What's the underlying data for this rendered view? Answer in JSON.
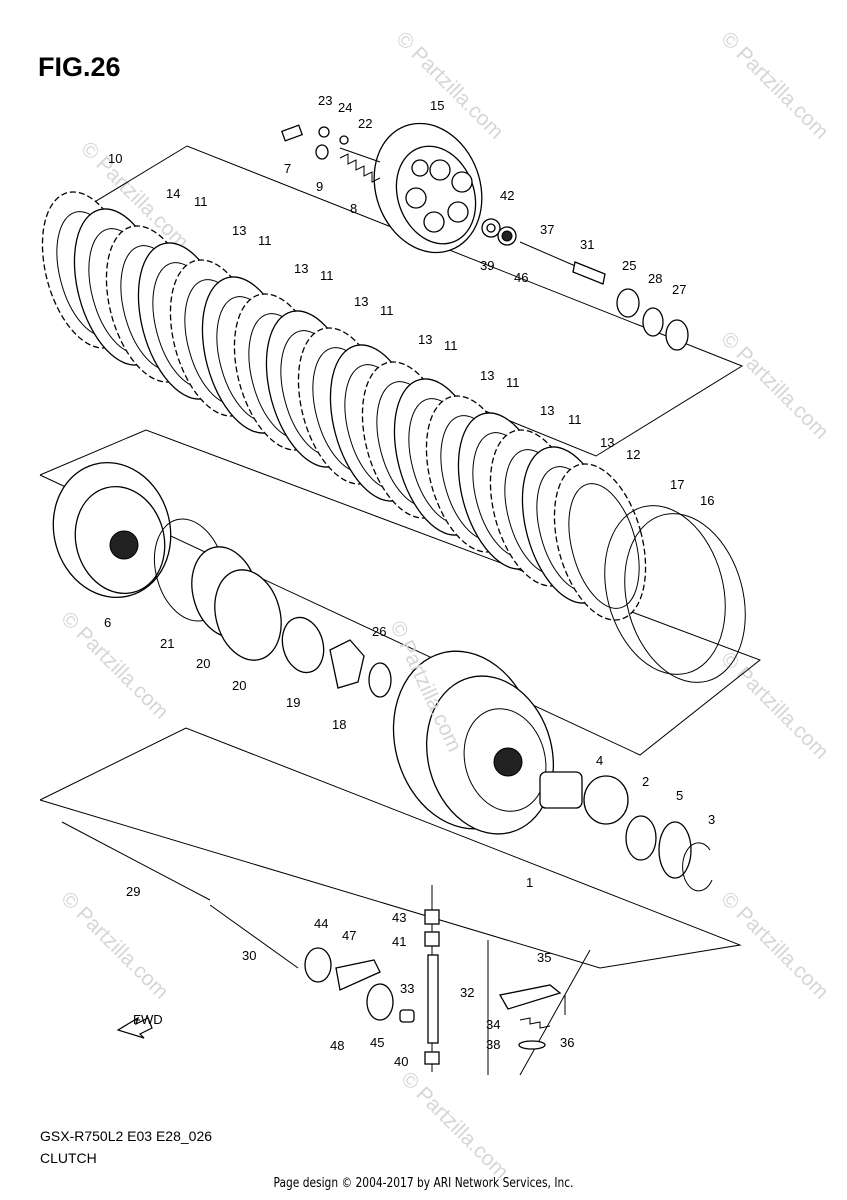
{
  "figure": {
    "title": "FIG.26",
    "model_code": "GSX-R750L2 E03 E28_026",
    "caption": "CLUTCH",
    "footer": "Page design © 2004-2017 by ARI Network Services, Inc."
  },
  "watermark": {
    "text": "© Partzilla.com",
    "center_text": "© Partzilla.com"
  },
  "fwd_label": "FWD",
  "callouts": [
    {
      "id": "c23",
      "text": "23"
    },
    {
      "id": "c24",
      "text": "24"
    },
    {
      "id": "c22",
      "text": "22"
    },
    {
      "id": "c15",
      "text": "15"
    },
    {
      "id": "c7",
      "text": "7"
    },
    {
      "id": "c9",
      "text": "9"
    },
    {
      "id": "c8",
      "text": "8"
    },
    {
      "id": "c10",
      "text": "10"
    },
    {
      "id": "c14",
      "text": "14"
    },
    {
      "id": "c11a",
      "text": "11"
    },
    {
      "id": "c13a",
      "text": "13"
    },
    {
      "id": "c11b",
      "text": "11"
    },
    {
      "id": "c13b",
      "text": "13"
    },
    {
      "id": "c11c",
      "text": "11"
    },
    {
      "id": "c13c",
      "text": "13"
    },
    {
      "id": "c11d",
      "text": "11"
    },
    {
      "id": "c13d",
      "text": "13"
    },
    {
      "id": "c11e",
      "text": "11"
    },
    {
      "id": "c13e",
      "text": "13"
    },
    {
      "id": "c11f",
      "text": "11"
    },
    {
      "id": "c13f",
      "text": "13"
    },
    {
      "id": "c11g",
      "text": "11"
    },
    {
      "id": "c13g",
      "text": "13"
    },
    {
      "id": "c12",
      "text": "12"
    },
    {
      "id": "c17",
      "text": "17"
    },
    {
      "id": "c16",
      "text": "16"
    },
    {
      "id": "c42",
      "text": "42"
    },
    {
      "id": "c37",
      "text": "37"
    },
    {
      "id": "c31",
      "text": "31"
    },
    {
      "id": "c39",
      "text": "39"
    },
    {
      "id": "c46",
      "text": "46"
    },
    {
      "id": "c25",
      "text": "25"
    },
    {
      "id": "c28",
      "text": "28"
    },
    {
      "id": "c27",
      "text": "27"
    },
    {
      "id": "c6",
      "text": "6"
    },
    {
      "id": "c21",
      "text": "21"
    },
    {
      "id": "c20a",
      "text": "20"
    },
    {
      "id": "c20b",
      "text": "20"
    },
    {
      "id": "c19",
      "text": "19"
    },
    {
      "id": "c18",
      "text": "18"
    },
    {
      "id": "c26",
      "text": "26"
    },
    {
      "id": "c4",
      "text": "4"
    },
    {
      "id": "c2",
      "text": "2"
    },
    {
      "id": "c5",
      "text": "5"
    },
    {
      "id": "c3",
      "text": "3"
    },
    {
      "id": "c1",
      "text": "1"
    },
    {
      "id": "c29",
      "text": "29"
    },
    {
      "id": "c30",
      "text": "30"
    },
    {
      "id": "c44",
      "text": "44"
    },
    {
      "id": "c47",
      "text": "47"
    },
    {
      "id": "c43",
      "text": "43"
    },
    {
      "id": "c41",
      "text": "41"
    },
    {
      "id": "c33",
      "text": "33"
    },
    {
      "id": "c32",
      "text": "32"
    },
    {
      "id": "c35",
      "text": "35"
    },
    {
      "id": "c48",
      "text": "48"
    },
    {
      "id": "c45",
      "text": "45"
    },
    {
      "id": "c40",
      "text": "40"
    },
    {
      "id": "c34",
      "text": "34"
    },
    {
      "id": "c38",
      "text": "38"
    },
    {
      "id": "c36",
      "text": "36"
    }
  ]
}
